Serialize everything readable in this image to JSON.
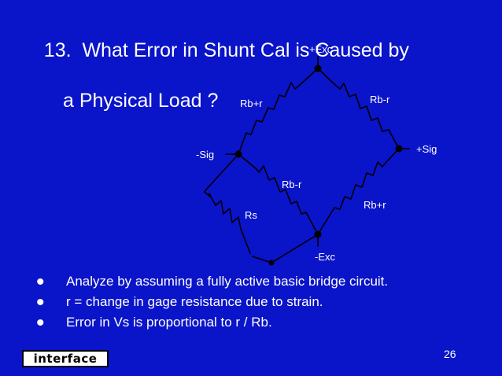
{
  "title": {
    "line1": "13.  What Error in Shunt Cal is Caused by",
    "line2": "a Physical Load ?"
  },
  "diagram": {
    "labels": {
      "plus_exc": "+Exc",
      "minus_exc": "-Exc",
      "minus_sig": "-Sig",
      "plus_sig": "+Sig",
      "top_left_resistor": "Rb+r",
      "top_right_resistor": "Rb-r",
      "bottom_left_resistor": "Rb-r",
      "bottom_right_resistor": "Rb+r",
      "shunt_resistor": "Rs"
    }
  },
  "bullets": [
    "Analyze by assuming a fully active basic bridge circuit.",
    "r = change in gage resistance due to strain.",
    "Error in Vs is proportional to r / Rb."
  ],
  "page_number": "26",
  "logo_text": "interface",
  "colors": {
    "background": "#0a14c8",
    "foreground": "#ffffff"
  }
}
